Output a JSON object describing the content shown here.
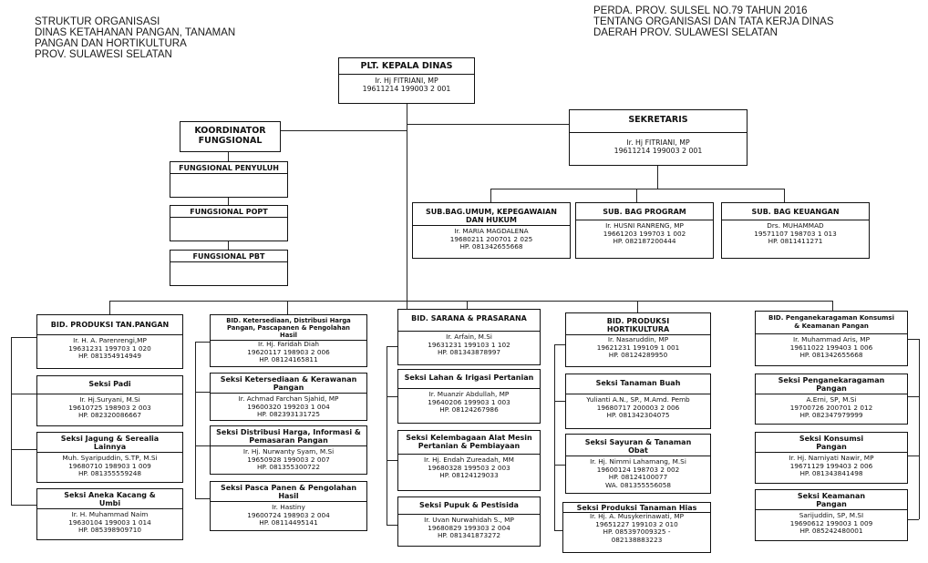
{
  "header_left": "STRUKTUR ORGANISASI\nDINAS KETAHANAN PANGAN, TANAMAN\nPANGAN DAN HORTIKULTURA\nPROV. SULAWESI SELATAN",
  "header_right": "PERDA. PROV. SULSEL NO.79 TAHUN 2016\nTENTANG ORGANISASI DAN TATA KERJA DINAS\nDAERAH PROV. SULAWESI SELATAN",
  "kepala": {
    "title": "PLT. KEPALA DINAS",
    "body": "Ir. Hj FITRIANI, MP\n19611214 199003 2 001"
  },
  "koordinator": {
    "title": "KOORDINATOR\nFUNGSIONAL"
  },
  "fungsional": [
    {
      "title": "FUNGSIONAL PENYULUH"
    },
    {
      "title": "FUNGSIONAL POPT"
    },
    {
      "title": "FUNGSIONAL PBT"
    }
  ],
  "sekretaris": {
    "title": "SEKRETARIS",
    "body": "Ir. Hj FITRIANI, MP\n19611214 199003 2 001"
  },
  "subbag": [
    {
      "title": "SUB.BAG.UMUM, KEPEGAWAIAN\nDAN HUKUM",
      "body": "Ir. MARIA MAGDALENA\n19680211 200701 2 025\nHP. 081342655668"
    },
    {
      "title": "SUB. BAG PROGRAM",
      "body": "Ir. HUSNI RANRENG, MP\n19661203 199703 1 002\nHP. 082187200444"
    },
    {
      "title": "SUB. BAG KEUANGAN",
      "body": "Drs. MUHAMMAD\n19571107 198703 1 013\nHP. 0811411271"
    }
  ],
  "bidang": [
    {
      "title": "BID. PRODUKSI TAN.PANGAN",
      "body": "Ir. H. A. Parenrengi,MP\n19631231 199703 1 020\nHP. 081354914949",
      "seksi": [
        {
          "title": "Seksi Padi",
          "body": "Ir. Hj.Suryani, M.Si\n19610725 198903 2 003\nHP. 082320086667"
        },
        {
          "title": "Seksi Jagung & Serealia\nLainnya",
          "body": "Muh. Syaripuddin, S.TP, M.Si\n19680710 198903 1 009\nHP. 081355559248"
        },
        {
          "title": "Seksi Aneka Kacang &\nUmbi",
          "body": "Ir. H. Muhammad Naim\n19630104 199003 1 014\nHP. 085398909710"
        }
      ]
    },
    {
      "title": "BID. Ketersediaan, Distribusi Harga\nPangan, Pascapanen & Pengolahan\nHasil",
      "body": "Ir. Hj. Faridah Diah\n19620117 198903 2 006\nHP. 08124165811",
      "seksi": [
        {
          "title": "Seksi Ketersediaan & Kerawanan\nPangan",
          "body": "Ir. Achmad Farchan Sjahid, MP\n19600320 199203 1 004\nHP. 082393131725"
        },
        {
          "title": "Seksi Distribusi Harga, Informasi &\nPemasaran Pangan",
          "body": "Ir. Hj. Nurwanty Syam, M.Si\n19650928 199003 2 007\nHP. 081355300722"
        },
        {
          "title": "Seksi Pasca Panen & Pengolahan\nHasil",
          "body": "Ir. Hastiny\n19600724 198903 2 004\nHP. 08114495141"
        }
      ]
    },
    {
      "title": "BID. SARANA & PRASARANA",
      "body": "Ir. Arfain, M.Si\n19631231 199103 1 102\nHP. 081343878997",
      "seksi": [
        {
          "title": "Seksi Lahan & Irigasi Pertanian",
          "body": "Ir. Muanzir Abdullah, MP\n19640206 199903 1 003\nHP. 08124267986"
        },
        {
          "title": "Seksi Kelembagaan Alat Mesin\nPertanian & Pembiayaan",
          "body": "Ir. Hj. Endah Zureadah, MM\n19680328 199503 2 003\nHP. 08124129033"
        },
        {
          "title": "Seksi Pupuk & Pestisida",
          "body": "Ir. Uvan Nurwahidah S., MP\n19680829 199303 2 004\nHP. 081341873272"
        }
      ]
    },
    {
      "title": "BID. PRODUKSI\nHORTIKULTURA",
      "body": "Ir. Nasaruddin, MP\n19621231 199109 1 001\nHP. 08124289950",
      "seksi": [
        {
          "title": "Seksi Tanaman Buah",
          "body": "Yulianti A.N., SP., M.Amd. Pemb\n19680717 200003 2 006\nHP. 081342304075"
        },
        {
          "title": "Seksi Sayuran & Tanaman\nObat",
          "body": "Ir. Hj. Nimmi Lahamang, M.Si\n19600124 198703 2 002\nHP. 08124100077\nWA. 081355556058"
        },
        {
          "title": "Seksi Produksi Tanaman Hias",
          "body": "Ir. Hj. A. Musykerinawati, MP\n19651227 199103 2 010\nHP. 085397009325 -\n082138883223"
        }
      ]
    },
    {
      "title": "BID. Penganekaragaman Konsumsi\n& Keamanan Pangan",
      "body": "Ir. Muhammad Aris, MP\n19611022 199403 1 006\nHP. 081342655668",
      "seksi": [
        {
          "title": "Seksi Penganekaragaman\nPangan",
          "body": "A.Erni, SP, M.Si\n19700726 200701 2 012\nHP. 082347979999"
        },
        {
          "title": "Seksi Konsumsi\nPangan",
          "body": "Ir. Hj. Narniyati Nawir, MP\n19671129 199403 2 006\nHP. 081343841498"
        },
        {
          "title": "Seksi Keamanan\nPangan",
          "body": "Sarijuddin, SP, M.SI\n19690612 199003 1 009\nHP. 085242480001"
        }
      ]
    }
  ]
}
